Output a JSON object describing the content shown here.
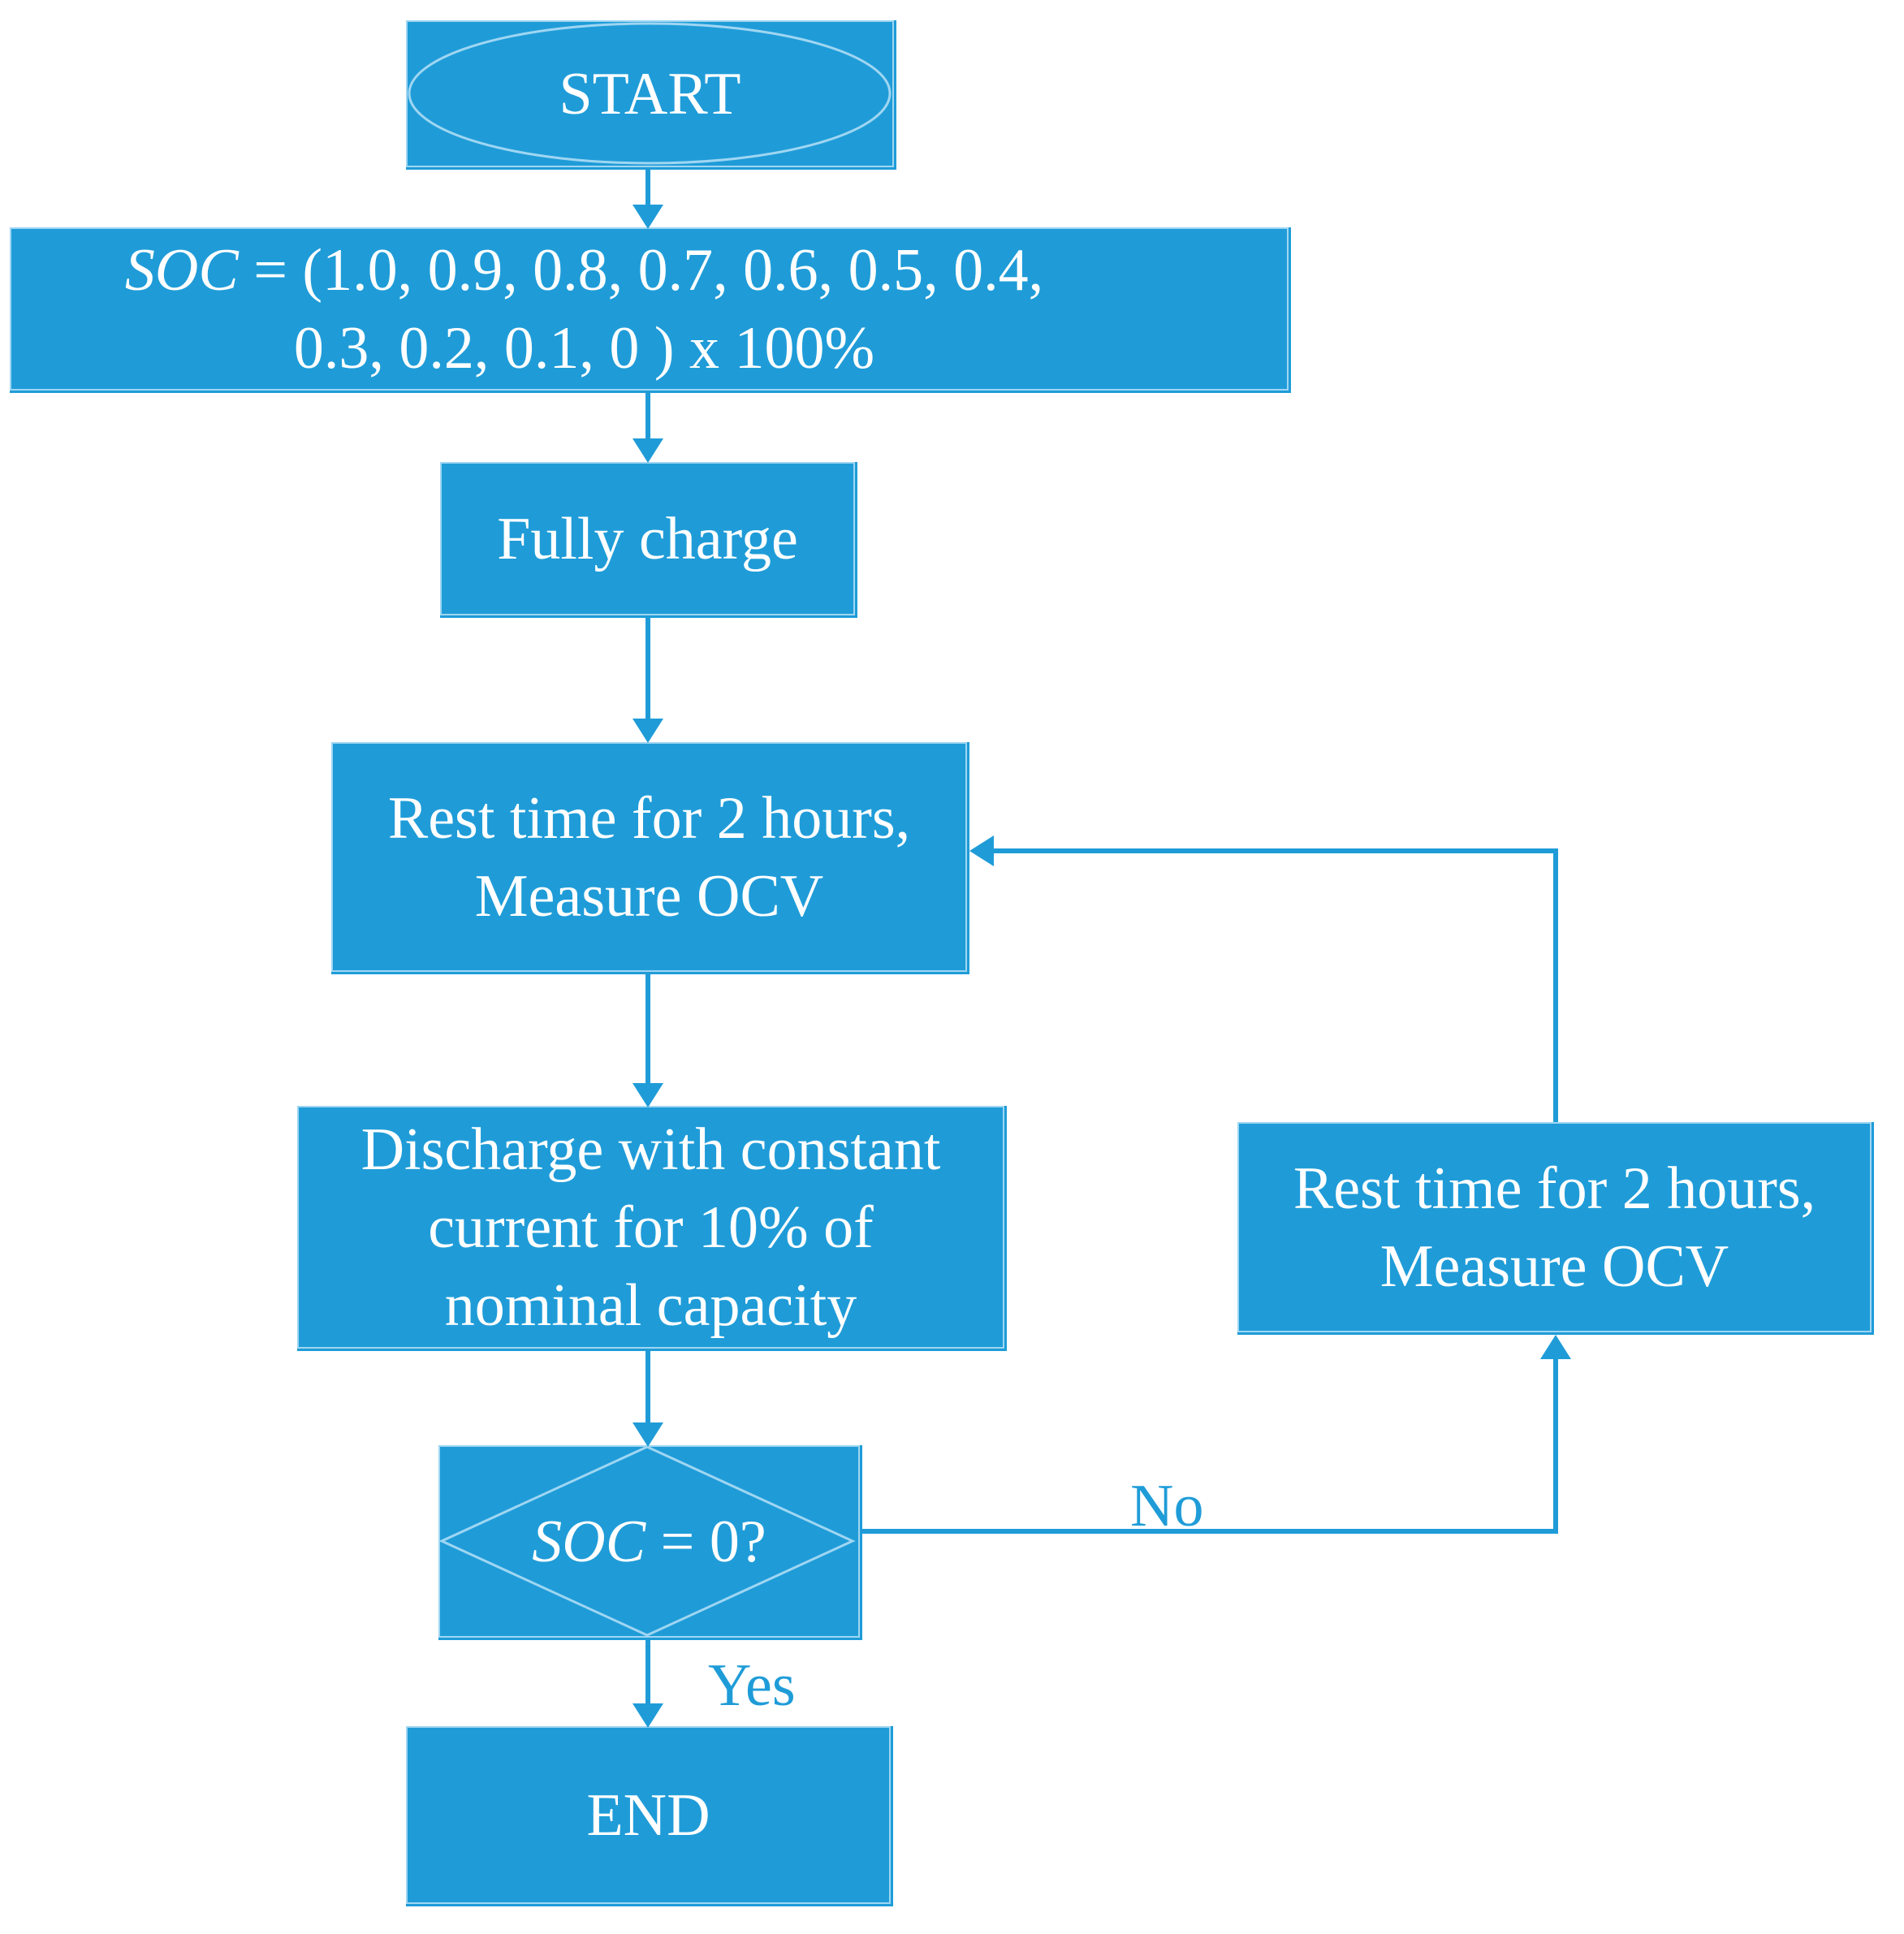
{
  "colors": {
    "box_fill": "#1f9cd8",
    "box_outline": "#9fd6f2",
    "arrow": "#1f9cd8",
    "text": "#ffffff",
    "label_text": "#1f9cd8"
  },
  "nodes": {
    "start": {
      "label": "START"
    },
    "soc_set": {
      "var": "SOC",
      "line1_rest": " = (1.0, 0.9, 0.8, 0.7, 0.6, 0.5, 0.4,",
      "line2": "0.3, 0.2, 0.1, 0 ) x 100%"
    },
    "fully_charge": {
      "label": "Fully charge"
    },
    "rest_measure_1": {
      "line1": "Rest time for 2 hours,",
      "line2": "Measure OCV"
    },
    "discharge": {
      "line1": "Discharge with constant",
      "line2": "current for 10% of",
      "line3": "nominal capacity"
    },
    "decision": {
      "var": "SOC",
      "rest": " = 0?"
    },
    "rest_measure_2": {
      "line1": "Rest time for 2 hours,",
      "line2": "Measure OCV"
    },
    "end": {
      "label": "END"
    }
  },
  "edge_labels": {
    "no": "No",
    "yes": "Yes"
  }
}
